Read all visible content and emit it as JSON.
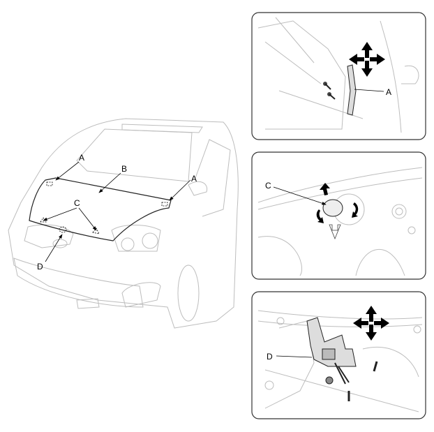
{
  "main_view": {
    "labels": {
      "a_left": "A",
      "b": "B",
      "a_right": "A",
      "c": "C",
      "d": "D"
    }
  },
  "detail_a": {
    "label": "A"
  },
  "detail_c": {
    "label": "C"
  },
  "detail_d": {
    "label": "D"
  }
}
